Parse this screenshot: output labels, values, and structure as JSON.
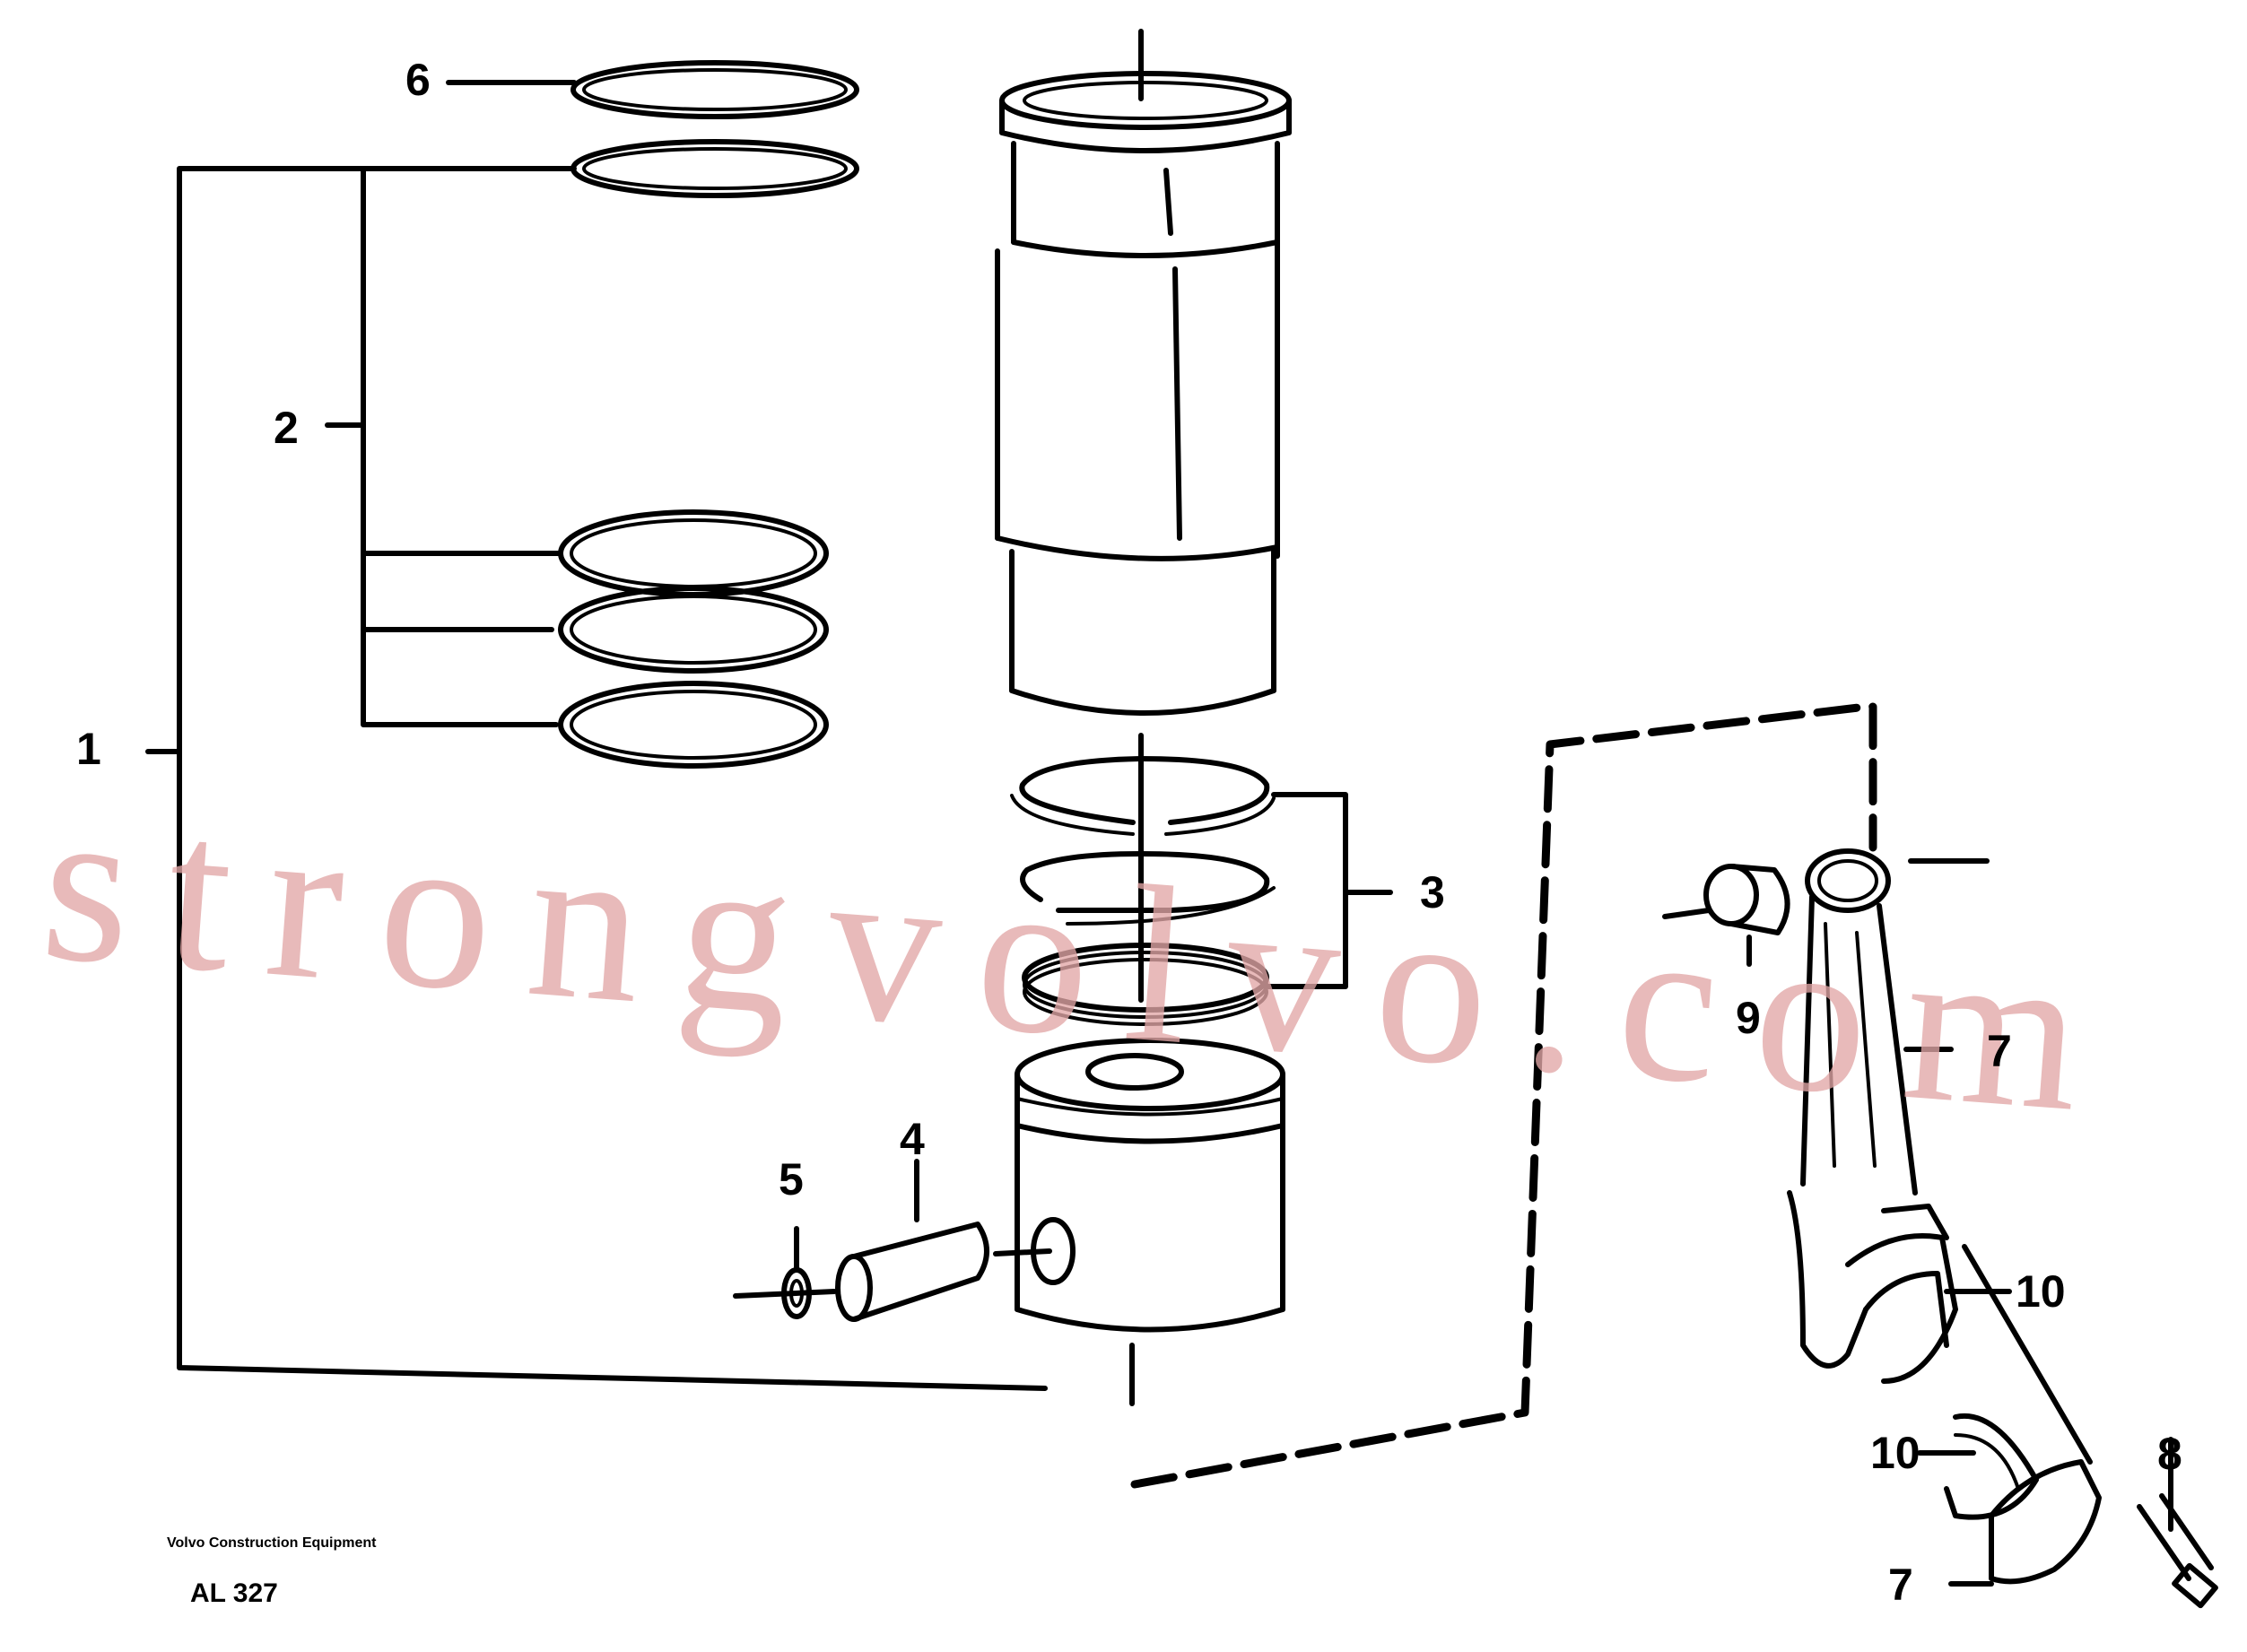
{
  "diagram": {
    "callouts": [
      {
        "id": "c1",
        "text": "1"
      },
      {
        "id": "c2",
        "text": "2"
      },
      {
        "id": "c3",
        "text": "3"
      },
      {
        "id": "c4",
        "text": "4"
      },
      {
        "id": "c5",
        "text": "5"
      },
      {
        "id": "c6",
        "text": "6"
      },
      {
        "id": "c7a",
        "text": "7"
      },
      {
        "id": "c7b",
        "text": "7"
      },
      {
        "id": "c8",
        "text": "8"
      },
      {
        "id": "c9",
        "text": "9"
      },
      {
        "id": "c10a",
        "text": "10"
      },
      {
        "id": "c10b",
        "text": "10"
      }
    ],
    "publisher": "Volvo Construction Equipment",
    "drawing_code": "AL 327",
    "watermark": "strongvolvo.com",
    "colors": {
      "ink": "#000000",
      "watermark": "#e2a7a7",
      "background": "#ffffff"
    }
  }
}
